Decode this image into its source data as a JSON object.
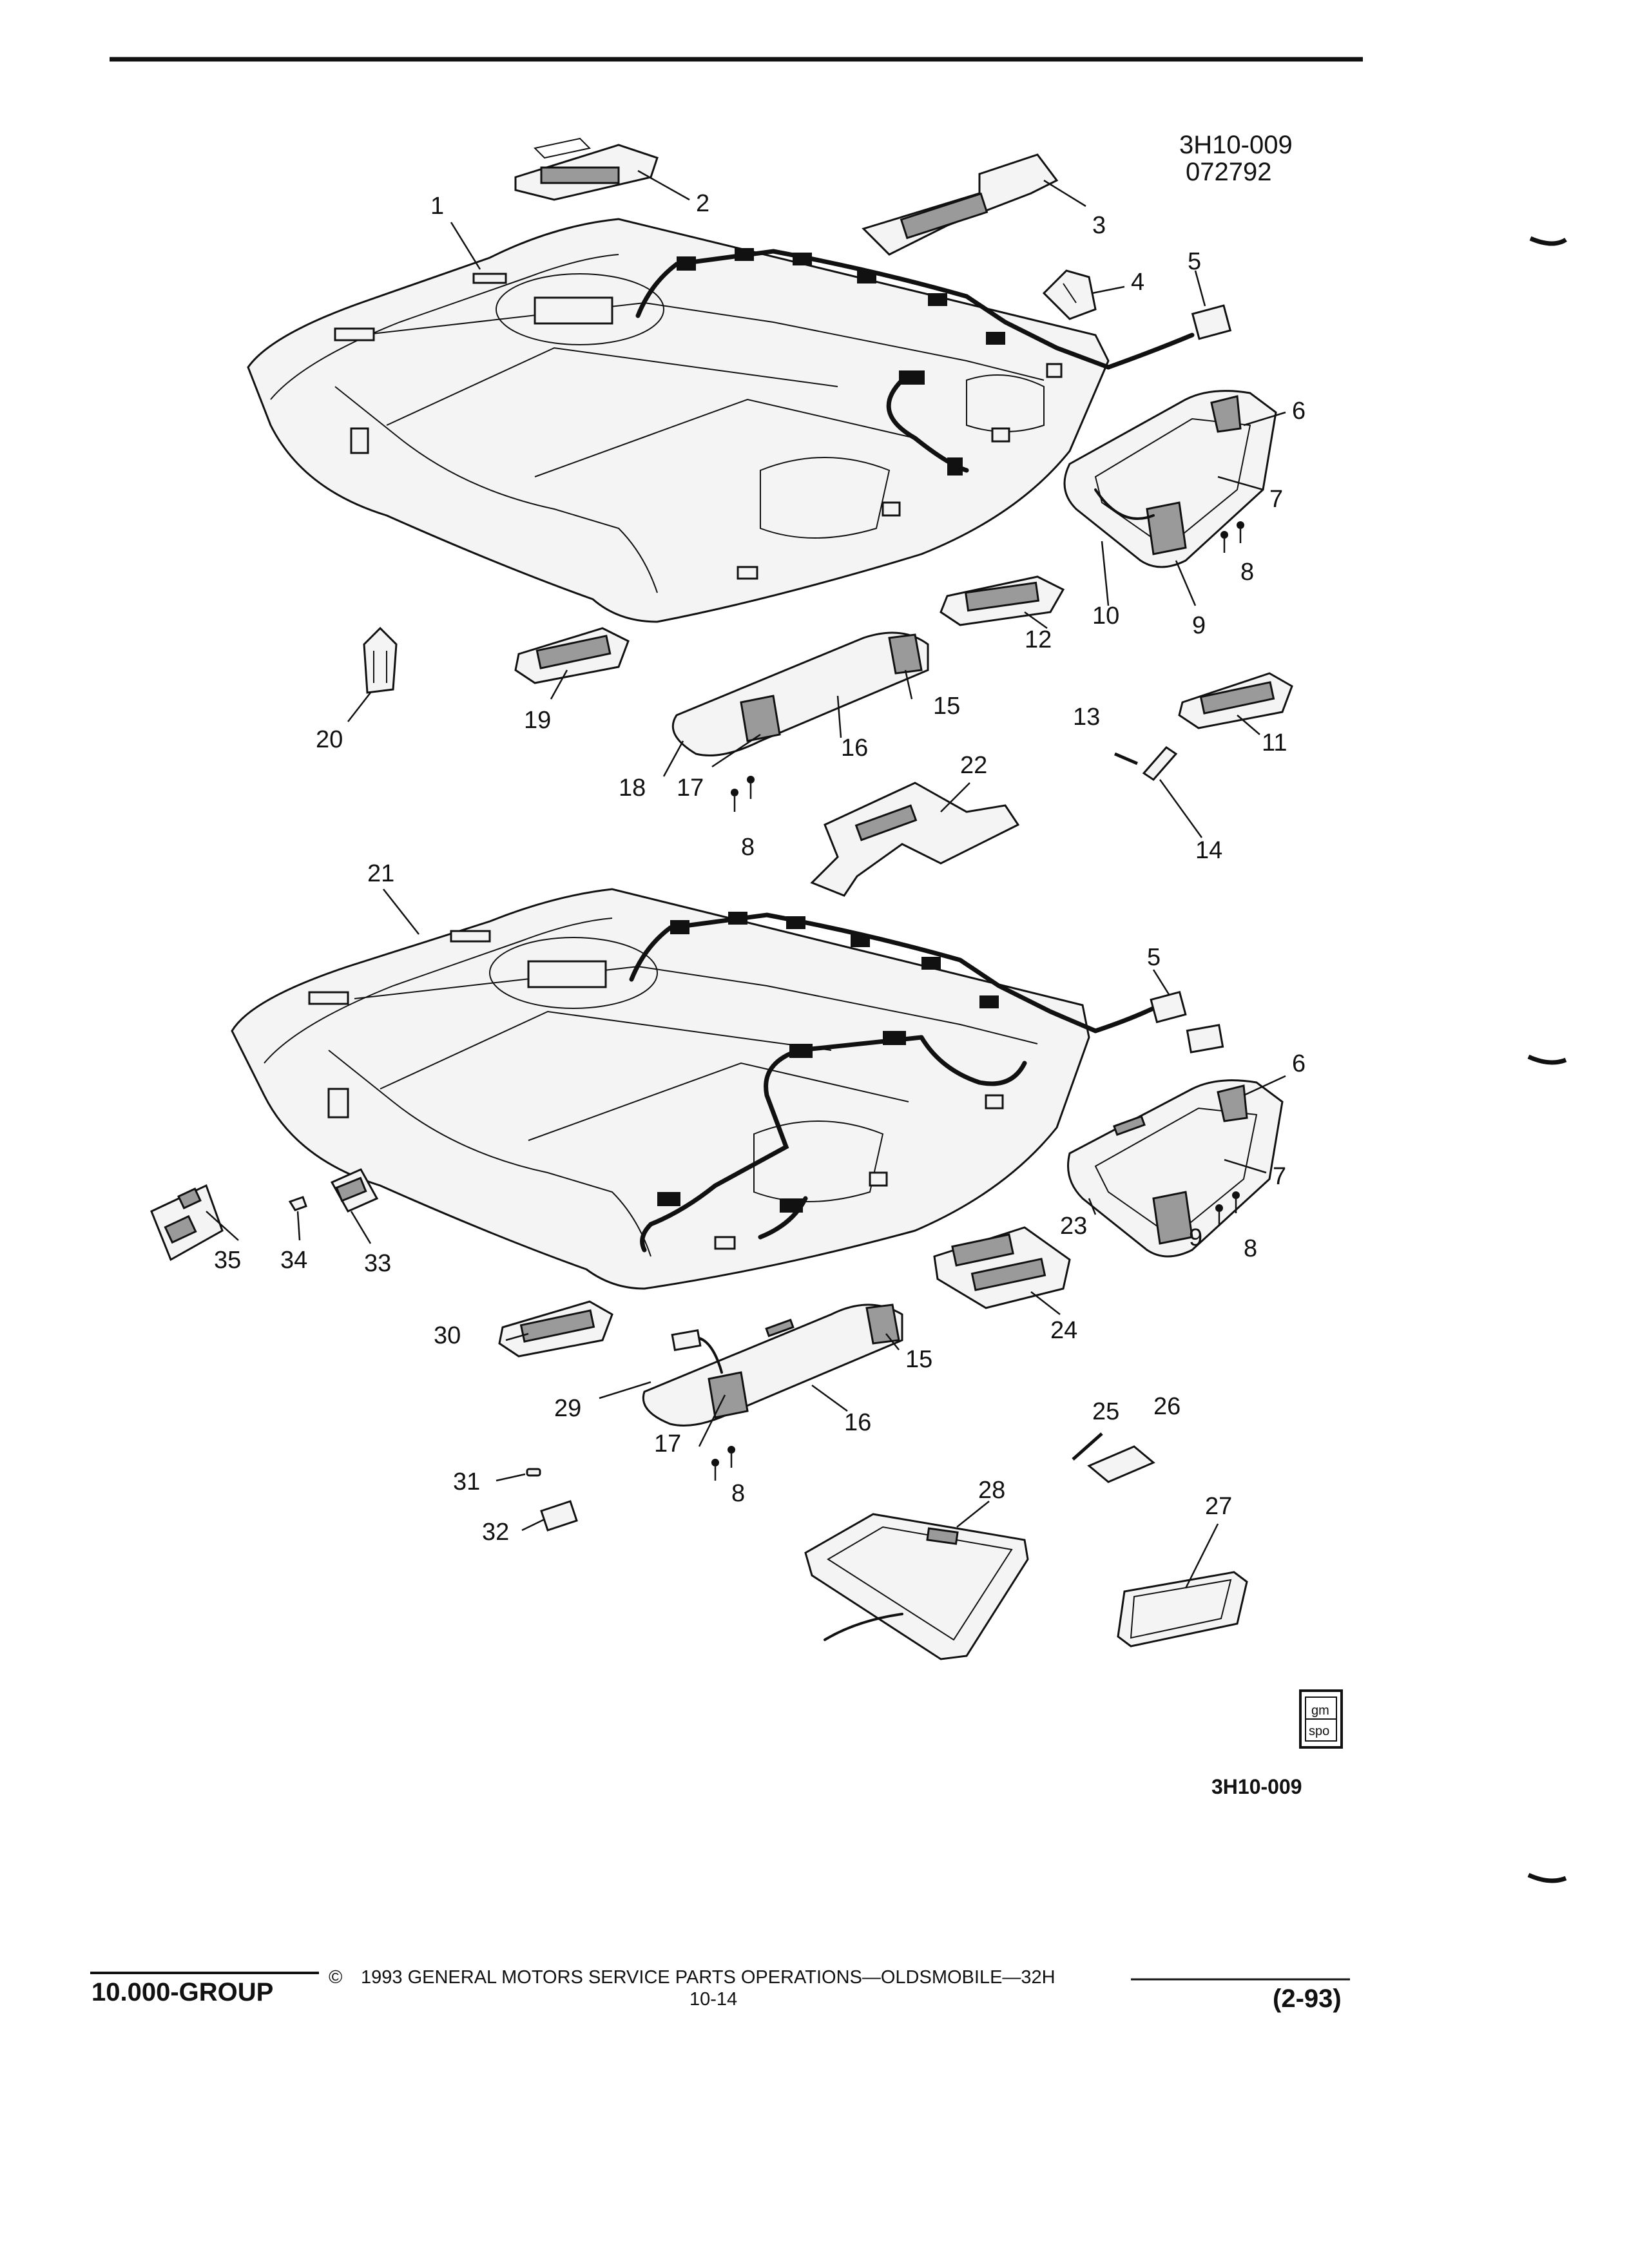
{
  "diagram": {
    "figure_id": "3H10-009",
    "figure_date": "072792",
    "bottom_ref": "3H10-009",
    "logo_text": [
      "gm",
      "spo"
    ],
    "callouts": [
      "1",
      "2",
      "3",
      "4",
      "5",
      "6",
      "7",
      "8",
      "9",
      "10",
      "11",
      "12",
      "13",
      "14",
      "15",
      "16",
      "17",
      "18",
      "19",
      "20",
      "21",
      "22",
      "23",
      "24",
      "25",
      "26",
      "27",
      "28",
      "29",
      "30",
      "31",
      "32",
      "33",
      "34",
      "35"
    ]
  },
  "footer": {
    "group": "10.000-GROUP",
    "copyright_symbol": "©",
    "copyright": "1993  GENERAL MOTORS SERVICE PARTS OPERATIONS—OLDSMOBILE—32H",
    "page": "10-14",
    "date_code": "(2-93)"
  },
  "colors": {
    "ink": "#111111",
    "paper": "#ffffff"
  }
}
